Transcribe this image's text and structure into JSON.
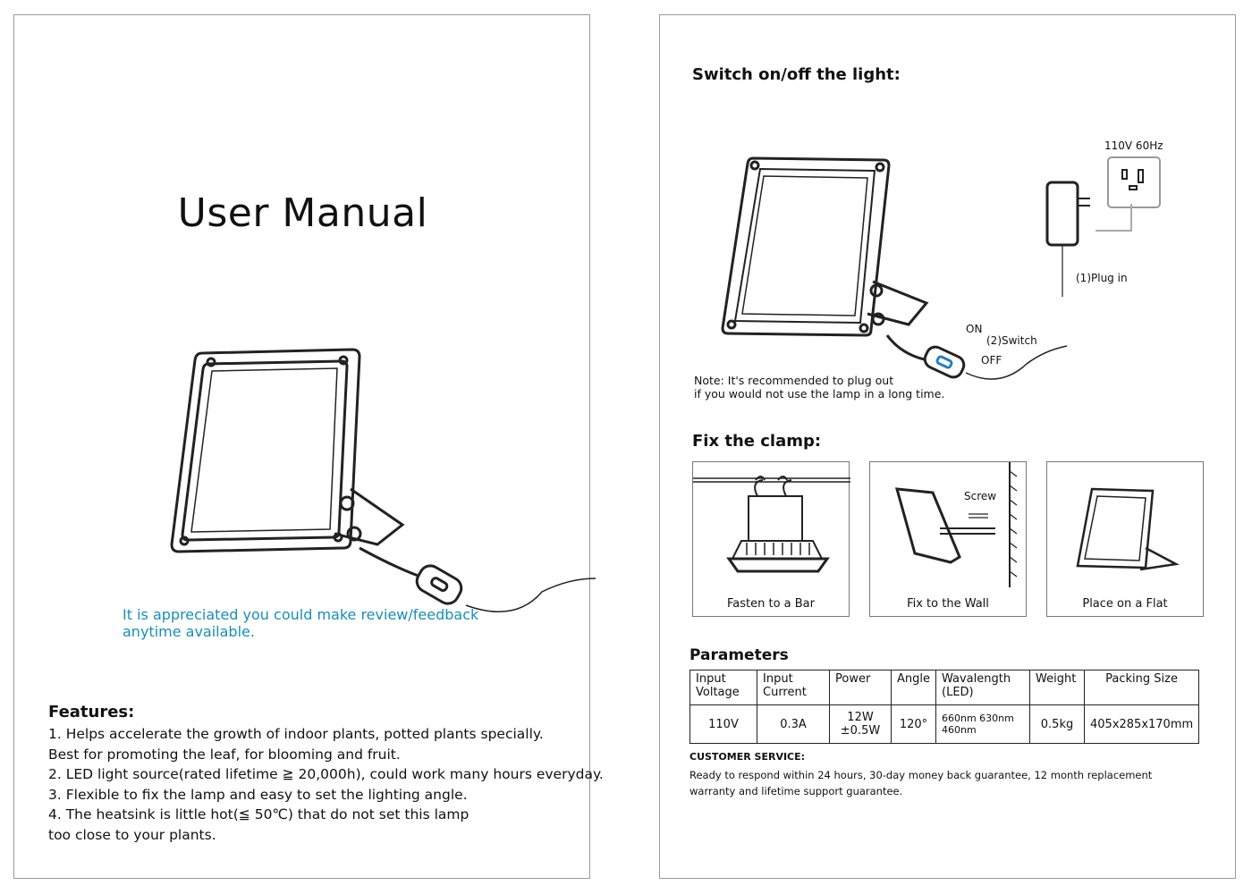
{
  "left": {
    "title": "User Manual",
    "feedback": [
      "It is appreciated you could make review/feedback",
      "anytime available."
    ],
    "features_heading": "Features:",
    "features": [
      "1. Helps accelerate the growth of  indoor plants, potted plants specially.",
      " Best for promoting the leaf, for blooming and fruit.",
      "2. LED  light source(rated lifetime ≧ 20,000h), could work many hours everyday.",
      "3. Flexible to fix the lamp and easy to set the lighting angle.",
      "4. The heatsink  is little hot(≦ 50℃) that do not set this lamp",
      "too close to your plants."
    ]
  },
  "right": {
    "switch_heading": "Switch on/off  the light:",
    "voltage_label": "110V 60Hz",
    "plug_label": "(1)Plug in",
    "on_label": "ON",
    "off_label": "OFF",
    "switch_label": "(2)Switch",
    "note": [
      "Note: It's recommended to plug out",
      "if you would not use the lamp in a long time."
    ],
    "clamp_heading": "Fix the clamp:",
    "screw_label": "Screw",
    "clamp_captions": [
      "Fasten to a Bar",
      "Fix to the Wall",
      "Place on a Flat"
    ],
    "params_heading": "Parameters",
    "params_headers": [
      [
        "Input",
        "Voltage"
      ],
      [
        "Input",
        "Current"
      ],
      [
        "Power"
      ],
      [
        "Angle"
      ],
      [
        "Wavalength",
        "(LED)"
      ],
      [
        "Weight"
      ],
      [
        "Packing Size"
      ]
    ],
    "params_values": {
      "voltage": "110V",
      "current": "0.3A",
      "power": [
        "12W",
        "±0.5W"
      ],
      "angle": "120°",
      "wavelength": [
        "660nm  630nm",
        "460nm"
      ],
      "weight": "0.5kg",
      "packing": "405x285x170mm"
    },
    "service_heading": "CUSTOMER SERVICE:",
    "service_text": [
      "Ready to respond within 24 hours, 30-day money back guarantee, 12 month replacement",
      "warranty and lifetime support guarantee."
    ]
  },
  "colors": {
    "feedback": "#1b8db5",
    "border": "#9a9a9a",
    "ink": "#111111"
  },
  "icons": [
    "flood-lamp-icon",
    "power-adapter-icon",
    "wall-outlet-icon",
    "inline-switch-icon",
    "screw-icon"
  ]
}
